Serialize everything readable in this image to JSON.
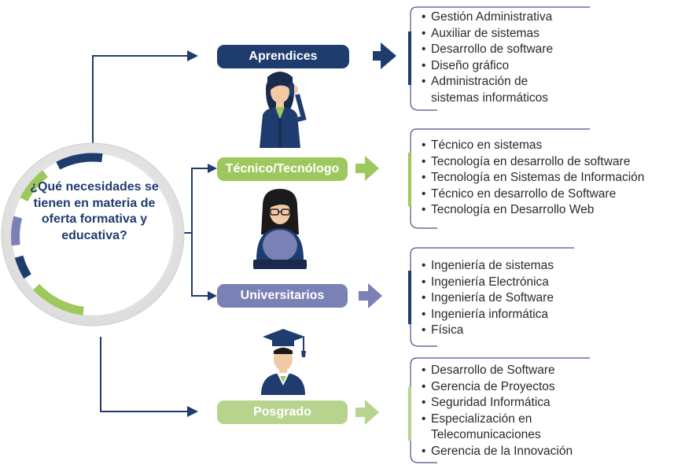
{
  "central": {
    "question": "¿Qué necesidades se tienen en materia de oferta formativa y educativa?"
  },
  "colors": {
    "navy": "#1e3d6e",
    "green": "#9dc85d",
    "slate": "#7a81b5",
    "lightGreen": "#b7d48f",
    "connector": "#1e3d6e"
  },
  "icons": [
    "woman-on-phone-icon",
    "woman-with-laptop-icon",
    "graduate-icon"
  ],
  "groups": [
    {
      "label": "Aprendices",
      "items": [
        "Gestión Administrativa",
        "Auxiliar de sistemas",
        "Desarrollo de software",
        "Diseño gráfico",
        "Administración de",
        "sistemas informáticos"
      ]
    },
    {
      "label": "Técnico/Tecnólogo",
      "items": [
        "Técnico en sistemas",
        "Tecnología en desarrollo de software",
        "Tecnología en Sistemas de Información",
        "Técnico en desarrollo de Software",
        "Tecnología en Desarrollo Web"
      ]
    },
    {
      "label": "Universitarios",
      "items": [
        "Ingeniería de sistemas",
        "Ingeniería Electrónica",
        "Ingeniería de Software",
        "Ingeniería informática",
        "Física"
      ]
    },
    {
      "label": "Posgrado",
      "items": [
        "Desarrollo de Software",
        "Gerencia de Proyectos",
        "Seguridad Informática",
        "Especialización en",
        "Telecomunicaciones",
        "Gerencia de la Innovación"
      ]
    }
  ]
}
